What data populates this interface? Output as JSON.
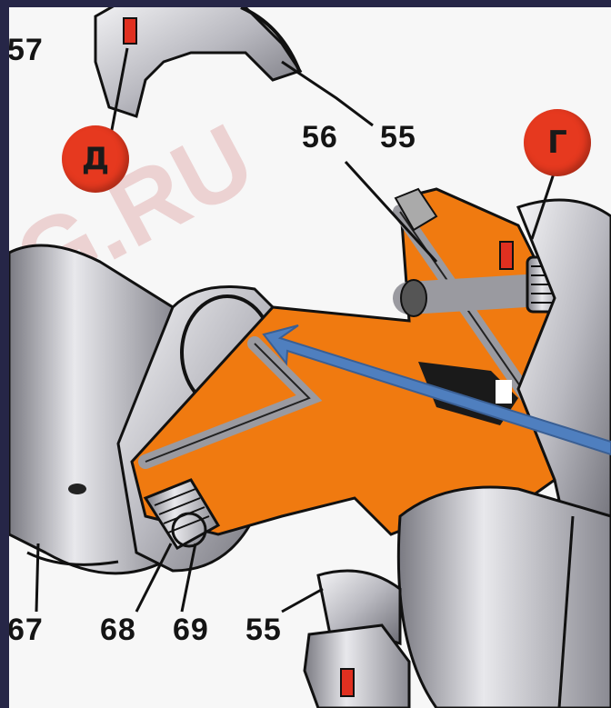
{
  "watermark": "G.RU",
  "labels": {
    "l57": "57",
    "l55_top": "55",
    "l56": "56",
    "l67": "67",
    "l68": "68",
    "l69": "69",
    "l55_bottom": "55"
  },
  "badges": {
    "d": "Д",
    "g": "Г"
  },
  "colors": {
    "cut_section": "#f07a10",
    "metal": "#c8c8cc",
    "badge": "#e6391f",
    "arrow": "#4f7fbf",
    "frame": "#262647"
  }
}
